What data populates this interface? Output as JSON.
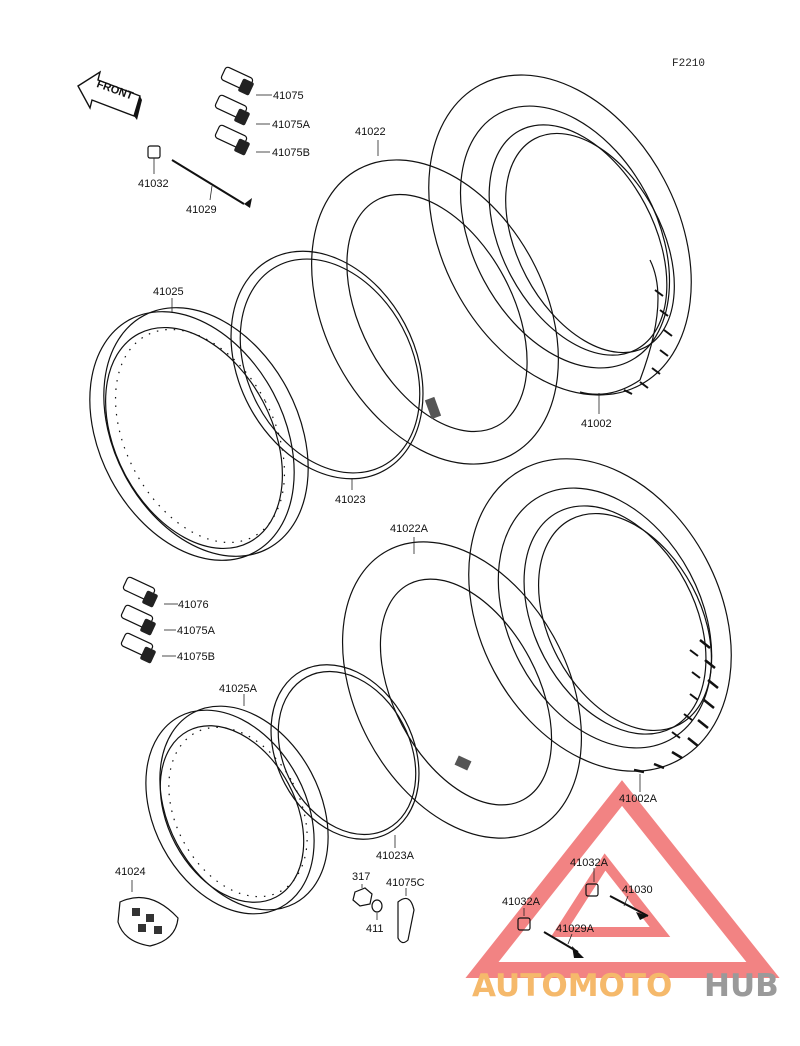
{
  "diagram_code": "F2210",
  "front_label": "FRONT",
  "parts": {
    "p41075_top": "41075",
    "p41075A_top": "41075A",
    "p41075B_top": "41075B",
    "p41032": "41032",
    "p41029": "41029",
    "p41022": "41022",
    "p41025": "41025",
    "p41023": "41023",
    "p41002": "41002",
    "p41022A": "41022A",
    "p41075_mid": "41076",
    "p41075A_mid": "41075A",
    "p41075B_mid": "41075B",
    "p41025A": "41025A",
    "p41023A": "41023A",
    "p41002A": "41002A",
    "p41024": "41024",
    "p317": "317",
    "p411": "411",
    "p41075C": "41075C",
    "p41032A_1": "41032A",
    "p41032A_2": "41032A",
    "p41030": "41030",
    "p41029A": "41029A"
  },
  "watermark": {
    "part1": "AUTOMOTO",
    "part2": "HUB",
    "color_orange": "#f5b96b",
    "color_red": "#ee6a6a",
    "color_gray": "#9a9a9a"
  },
  "colors": {
    "line": "#111111",
    "background": "#ffffff"
  }
}
